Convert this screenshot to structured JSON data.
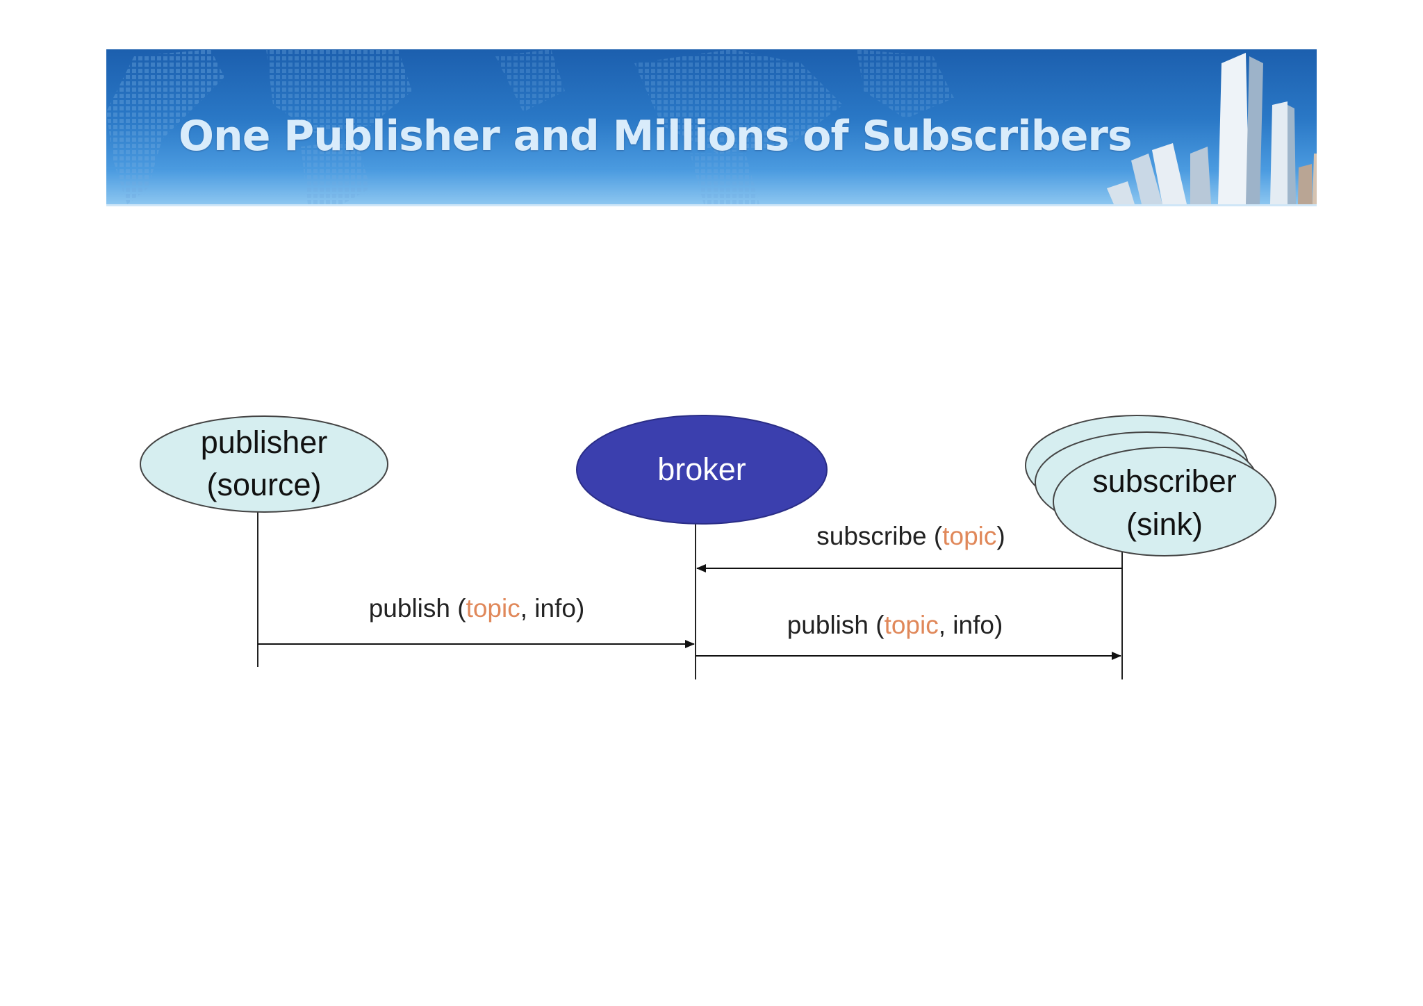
{
  "slide": {
    "title": "One Publisher and Millions of Subscribers"
  },
  "diagram": {
    "nodes": {
      "publisher": {
        "line1": "publisher",
        "line2": "(source)"
      },
      "broker": {
        "label": "broker"
      },
      "subscriber": {
        "line1": "subscriber",
        "line2": "(sink)"
      }
    },
    "messages": {
      "publish_to_broker": {
        "prefix": "publish (",
        "topic": "topic",
        "suffix": ", info)"
      },
      "subscribe": {
        "prefix": "subscribe (",
        "topic": "topic",
        "suffix": ")"
      },
      "publish_to_subscriber": {
        "prefix": "publish (",
        "topic": "topic",
        "suffix": ", info)"
      }
    },
    "colors": {
      "node_fill": "#d6eef0",
      "broker_fill": "#3b3fae",
      "topic_text": "#e0885a",
      "line": "#222222"
    }
  }
}
